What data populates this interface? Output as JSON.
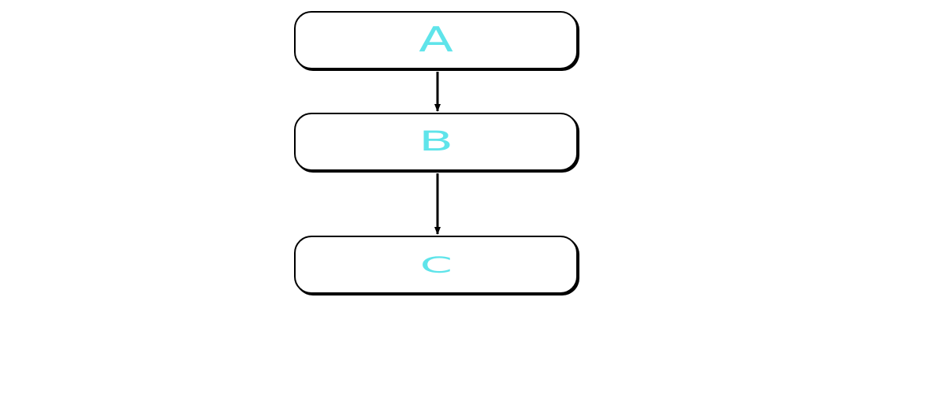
{
  "nodes": [
    {
      "id": "A",
      "label": "A"
    },
    {
      "id": "B",
      "label": "B"
    },
    {
      "id": "C",
      "label": "C"
    }
  ],
  "edges": [
    {
      "from": "A",
      "to": "B"
    },
    {
      "from": "B",
      "to": "C"
    }
  ],
  "colors": {
    "label": "#5fe4ea",
    "border": "#000000",
    "edge": "#000000",
    "background": "#ffffff"
  }
}
